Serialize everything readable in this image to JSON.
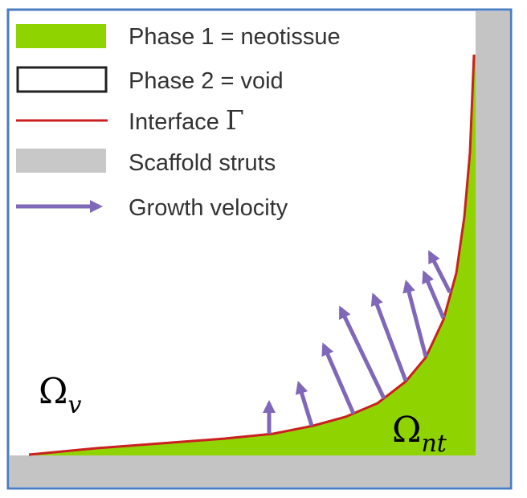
{
  "legend": {
    "items": [
      {
        "id": "neotissue",
        "label": "Phase 1 = neotissue",
        "symbol": "filled-rect",
        "color": "#8fd400"
      },
      {
        "id": "void",
        "label": "Phase 2 = void",
        "symbol": "outlined-rect",
        "color": "#222222"
      },
      {
        "id": "interface",
        "label": "Interface ",
        "symbol_text": "Γ",
        "symbol": "line",
        "color": "#cc1f1f"
      },
      {
        "id": "scaffold",
        "label": "Scaffold struts",
        "symbol": "filled-rect",
        "color": "#c8c8c8"
      },
      {
        "id": "growth",
        "label": "Growth velocity",
        "symbol": "arrow",
        "color": "#8068b8"
      }
    ]
  },
  "regions": {
    "void": {
      "base": "Ω",
      "sub": "v"
    },
    "neotissue": {
      "base": "Ω",
      "sub": "nt"
    }
  },
  "colors": {
    "frame": "#4a7cc0",
    "scaffold": "#c4c4c4",
    "neotissue": "#8fd400",
    "interface": "#cc1f1f",
    "arrow": "#8068b8"
  }
}
